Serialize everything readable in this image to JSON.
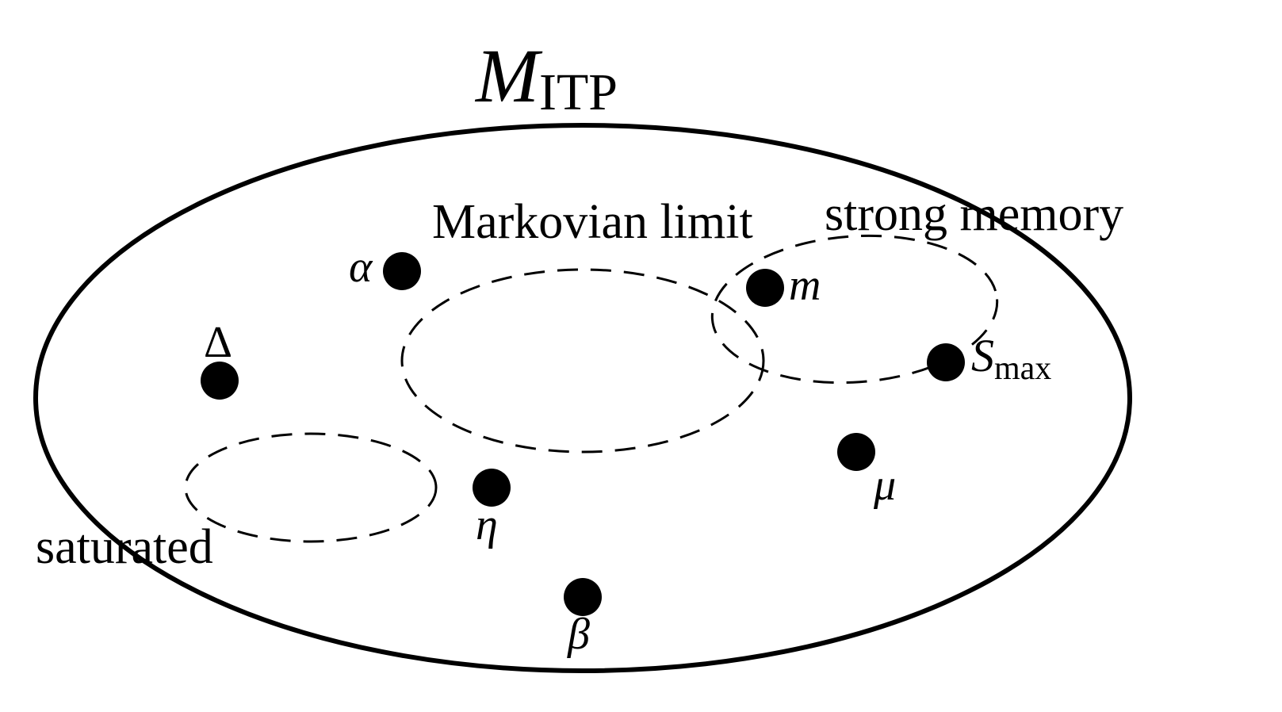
{
  "title": {
    "symbol": "M",
    "subscript": "ITP"
  },
  "regions": [
    {
      "id": "markovian",
      "label": "Markovian limit"
    },
    {
      "id": "strong",
      "label": "strong memory"
    },
    {
      "id": "saturated",
      "label": "saturated"
    }
  ],
  "points": [
    {
      "id": "alpha",
      "label": "α"
    },
    {
      "id": "delta",
      "label": "Δ"
    },
    {
      "id": "m",
      "label": "m"
    },
    {
      "id": "smax",
      "label": "S",
      "sub": "max"
    },
    {
      "id": "mu",
      "label": "μ"
    },
    {
      "id": "eta",
      "label": "η"
    },
    {
      "id": "beta",
      "label": "β"
    }
  ],
  "colors": {
    "ink": "#000000",
    "background": "#ffffff"
  }
}
